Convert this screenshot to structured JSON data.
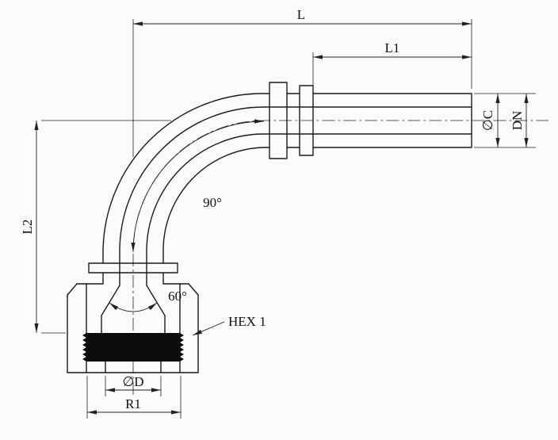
{
  "drawing": {
    "labels": {
      "L": "L",
      "L1": "L1",
      "L2": "L2",
      "dia_c": "∅C",
      "dn": "DN",
      "angle_90": "90°",
      "angle_60": "60°",
      "hex1": "HEX 1",
      "dia_d": "∅D",
      "r1": "R1"
    },
    "colors": {
      "line": "#1a1a1a",
      "dim_line": "#222222",
      "background": "#fbfbfb",
      "thread_fill": "#0d0d0d"
    }
  }
}
